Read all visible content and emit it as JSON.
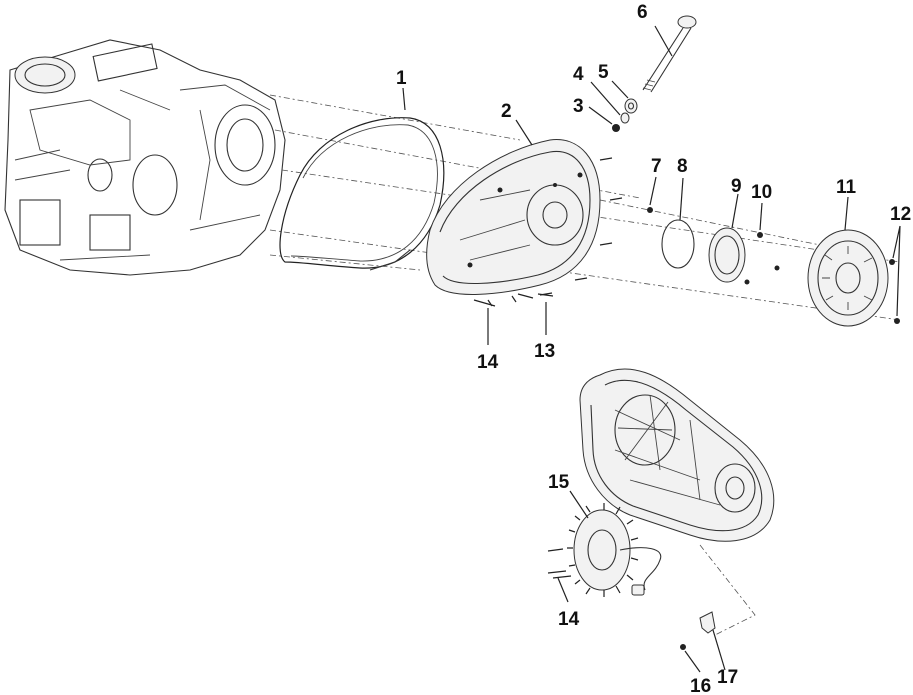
{
  "callouts": [
    {
      "id": "c1",
      "text": "1"
    },
    {
      "id": "c2",
      "text": "2"
    },
    {
      "id": "c3",
      "text": "3"
    },
    {
      "id": "c4",
      "text": "4"
    },
    {
      "id": "c5",
      "text": "5"
    },
    {
      "id": "c6",
      "text": "6"
    },
    {
      "id": "c7",
      "text": "7"
    },
    {
      "id": "c8",
      "text": "8"
    },
    {
      "id": "c9",
      "text": "9"
    },
    {
      "id": "c10",
      "text": "10"
    },
    {
      "id": "c11",
      "text": "11"
    },
    {
      "id": "c12",
      "text": "12"
    },
    {
      "id": "c13",
      "text": "13"
    },
    {
      "id": "c14a",
      "text": "14"
    },
    {
      "id": "c14b",
      "text": "14"
    },
    {
      "id": "c15",
      "text": "15"
    },
    {
      "id": "c16",
      "text": "16"
    },
    {
      "id": "c17",
      "text": "17"
    }
  ],
  "colors": {
    "ink": "#222222",
    "background": "#ffffff"
  }
}
